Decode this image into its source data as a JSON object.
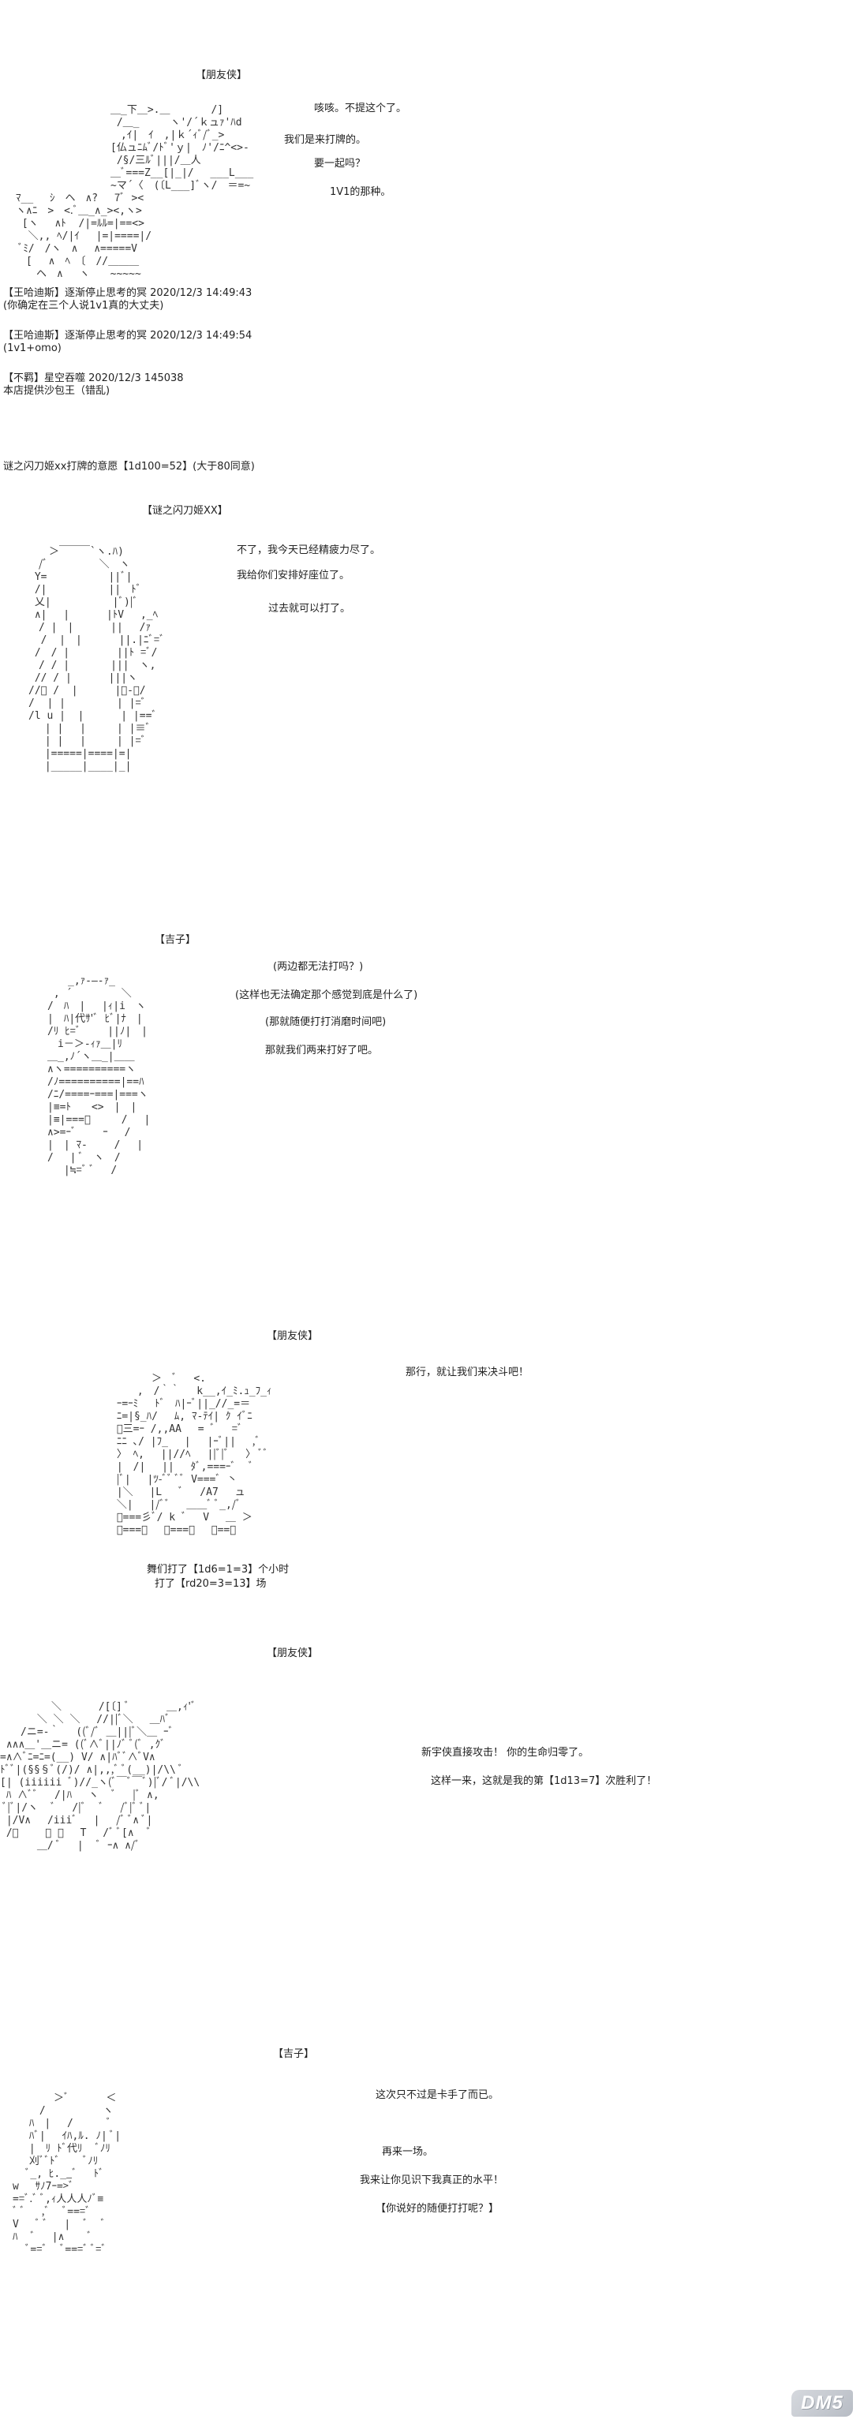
{
  "scene1": {
    "speaker": "【朋友侠】",
    "lines": [
      "咳咳。不提这个了。",
      "我们是来打牌的。",
      "要一起吗？",
      "1V1的那种。"
    ],
    "aa": [
      "＿_下＿>.＿　　　　/]",
      " /＿_　　　ヽ'/´ｋュｧ'ﾊd",
      "　,ｲ|　ｲ　,|ｋ´ｨﾞ/ﾞ_>",
      "[仏ュﾆﾑﾞ/ﾄﾞ'ｙ|　ﾉ'/ﾆ^<>-",
      " /§/三ﾙﾞ|||/＿人",
      "＿ﾞ===Z__[|_|/　 ___L___",
      "~マ´〈　(〔L___]ﾞヽ/　＝=~",
      "ﾏ__　 ｼ　ヘ　∧?　 7ﾞ ><",
      "ヽ∧ﾆ　>　<.ﾞ＿_∧_><,ヽ>",
      " [ヽ　 ∧ﾄ  /|=ﾙﾙ=|==<>",
      "  ＼,, ﾍ/|ｲ　 |=|====|/",
      " ﾞﾐ/　/ヽ　∧　 ∧=====V",
      "　[　 ∧　ﾍ　〔　//＿＿＿",
      "　　ヘ　∧　 ヽ　　~~~~~"
    ]
  },
  "chat": [
    {
      "user": "【王哈迪斯】逐渐停止思考的冥 2020/12/3 14:49:43",
      "message": "(你确定在三个人说1v1真的大丈夫)"
    },
    {
      "user": "【王哈迪斯】逐渐停止思考的冥 2020/12/3 14:49:54",
      "message": "(1v1+omo)"
    },
    {
      "user": "【不羁】星空吞噬 2020/12/3 145038",
      "message": "本店提供沙包王（错乱)"
    }
  ],
  "roll_line": "谜之闪刀姬xx打牌的意愿【1d100=52】(大于80同意)",
  "scene2": {
    "speaker": "【谜之闪刀姬XX】",
    "lines": [
      "不了，我今天已经精疲力尽了。",
      "我给你们安排好座位了。",
      "过去就可以打了。"
    ],
    "aa": [
      "　　＞￣￣￣`ヽ.ﾊ)",
      "　/ﾞ　　　　　＼　ヽ",
      " Y=　　　　　　||ﾞ|",
      " /|　　　　　　||　ﾄﾞ",
      " 乂|　　　　　　|ﾞ)|ﾞ",
      " ∧|　 |　　　 |ﾄV　 ,_ﾍ",
      "　/ |　|　　　 ||　 /ｧ",
      "  /  |　|　　　 ||.|ﾆﾞ=ﾞ",
      " /　/ |　　　　 ||ﾄ =ﾞ/",
      "　/ / |　　　　|||　ヽ,",
      " // / |　　　 |||ヽ",
      "//ﾞ /  |　　　 |ｰ-ｰ/",
      "/  | |　　　　　| |=ﾞ",
      "/l u |  |　　 　| |==ﾞ",
      "　 | |　 |　　　| |≡ﾞ",
      "　 | |　 |　　　| |=ﾞ",
      "　 |=====|====|=|",
      "　 |_____|____|_|"
    ]
  },
  "scene3": {
    "speaker": "【吉子】",
    "lines": [
      "(两边都无法打吗？)",
      "(这样也无法确定那个感觉到底是什么了)",
      "(那就随便打打消磨时间吧)",
      "那就我们两来打好了吧。"
    ],
    "aa": [
      "　　_,ｧ-―-ｧ_",
      " , ´　 　 　 ＼",
      "/　ﾊ　|　 |ｨ|i　ヽ",
      "|　ﾊ|代ｻ'ﾞ ﾋﾞ|ﾅ　|",
      "/ﾘ ﾋ=ﾞ　　 ||ﾉ|　|",
      "　i－＞-ｨｧ＿|ﾘ",
      "＿_,ﾉ´ヽ＿_|＿＿",
      "∧ヽ==========ヽ",
      "/ﾉ==========|==ﾊ",
      "/ﾆ/====ｰ===|===ヽ",
      "|≡=ﾄ　　<>　|　|",
      "|≡|===ﾞ　　　/　 |",
      "∧>=ｰﾞ　　 ｰ　 /",
      "|　| ﾏ-　 　/　 |",
      "/　 | ﾞ　ヽ　/",
      "　 |≒=ﾞ ﾞ　 / "
    ]
  },
  "scene4": {
    "speaker": "【朋友侠】",
    "lines": [
      "那行，就让我们来决斗吧！"
    ],
    "note1": "舞们打了【1d6=1=3】个小时",
    "note2": "打了【rd20=3=13】场",
    "aa": [
      "　　　　＞　ﾞ　 <.",
      "　　 ,　/｀｀　 k__,ｲ_ﾐ.ｭ_ﾌ_ｨ",
      " ｰ=ｰﾐ　 ﾄﾞ　ﾊ|ｰﾞ||_//_=＝",
      " ﾆ=|§_ﾊ/　 ﾑ, ﾏ-ﾃｲ| ｸ ｲﾞﾆ",
      " ﾞ三=ｰ /,,AA　 = ﾞ　 =ﾞ",
      " ﾆﾆ ､/ |ﾌ_　 |　 |ｰﾞ||　 ,ﾞ",
      " 〉 ﾍ,　 ||//ﾍ　 ||ﾞ|ﾞ　 〉 ﾞﾞ",
      " |　/|　 ||　 ﾀﾞ,===ｰﾞ　 ﾞ",
      " |ﾞ|　 |ﾂ-ﾞﾞ ﾞﾞ V===ﾞ 丶",
      " |＼　 |L　 ﾞ　 /A7　 ュ",
      " ＼|　 |/ﾞﾞ　 ＿＿ﾞ ﾞ_,/ﾞ",
      " ﾞ===彡ﾞ/ k ﾞ　 V　 ＿ ＞",
      " ﾞ===ﾞ　 ﾞ===ﾞ　 ﾞ==＜"
    ]
  },
  "scene5": {
    "speaker": "【朋友侠】",
    "lines": [
      "新宇侠直接攻击！ 你的生命归零了。",
      "这样一来，这就是我的第【1d13=7】次胜利了！"
    ],
    "aa": [
      "　　　　　＼　　　 /[〔] ﾞ　　　 ＿,ｨ'ﾞ",
      "　　　 ＼ ＼ ＼　 //||ﾞ＼　 ＿ﾊﾞ",
      "　　/ニ=-｀　 ((ﾞ/ﾞ ＿|||ﾞ＼＿ ｰﾞ",
      " ∧∧∧＿'＿ニ= ((ﾞ∧ﾞ||ﾉﾞ ﾞ(ﾞ ,ｸﾞ",
      "=∧∧ﾞﾆ=ﾆ=(__) V/ ∧|ﾊﾞﾞ∧ﾞV∧",
      "ﾄﾞﾞ|(§§§ﾞ(/)/ ∧|,,,ﾞ ﾞ(__)|/\\\\ ﾞ",
      "[| (iiiiii ﾞ)//_ヽ(ﾞ￣ﾞ￣ﾞ)|ﾞ/ ﾞ|/\\\\",
      " ﾊ ∧ﾞﾞ　 /|ﾊ　 ヽ　 ﾞ　 |ﾞ ∧,",
      " ﾞ|ﾞ|/ヽ　 ﾞ　 /|ﾞ　 ﾞ　 /ﾞ|ﾞ ﾞ|",
      " |/V∧　 /iiiﾞ　 |　 /ﾞ ﾞ∧ ﾞ|",
      " /ﾞ　　 ﾞ ﾞ　 T　 /ﾞ ﾞ[∧　 ﾞ",
      "　　　 ＿/ ﾞ　 |　 ﾞ ｰ∧ ∧/ﾞ"
    ]
  },
  "scene6": {
    "speaker": "【吉子】",
    "lines": [
      "这次只不过是卡手了而已。",
      "再来一场。",
      "我来让你见识下我真正的水平！",
      "【你说好的随便打打呢？】"
    ],
    "aa": [
      "　　　　＞ﾞ　　　 ＜",
      "　　 /　　　　 　ヽ",
      "　 ﾊ　|　 /　　　 ﾞ",
      "　 ﾊﾞ|　 ｲﾊ,ﾙ. ﾉ| ﾞ|",
      "　 |　ﾘ ﾄﾞ代ﾘ　 ﾞﾉﾘ",
      "　 刈ﾞﾞﾄﾞ　　 ﾞﾉﾘ",
      "　 ﾞ_, ﾋ.__ﾞ　 ﾄﾞ",
      "w　 ｻﾉ7ｰ=>ﾞ",
      "==ﾞ.ﾞ ﾞ,ｨ人人人ﾉﾞ≡",
      "ﾞ ﾞ　 ,ﾞ　 ﾞ===ﾞ",
      "V　 ﾞ ﾞ　 |　 ﾞ　 ﾞ",
      "ﾊ　 ﾞ　 |∧　　 ﾞ",
      "　 ﾞ==ﾞ　 ﾞ===ﾞ ﾞ=ﾞ"
    ]
  },
  "watermark": {
    "label": "DM5",
    "icon": "dm5-logo-icon"
  }
}
